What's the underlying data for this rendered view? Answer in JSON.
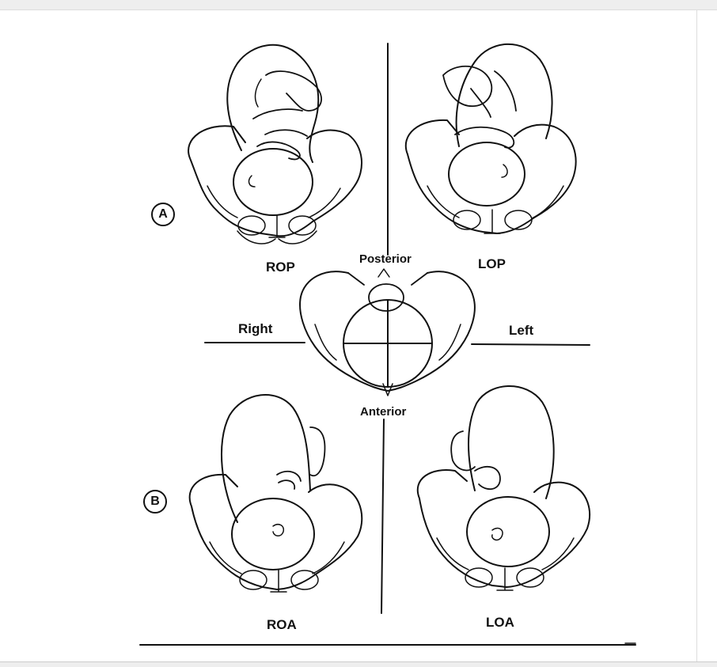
{
  "panels": {
    "a_marker": "A",
    "b_marker": "B"
  },
  "positions": {
    "rop": "ROP",
    "lop": "LOP",
    "roa": "ROA",
    "loa": "LOA"
  },
  "orientation": {
    "posterior": "Posterior",
    "anterior": "Anterior",
    "right": "Right",
    "left": "Left"
  },
  "colors": {
    "ink": "#111111",
    "background": "#ffffff",
    "frame": "#eeeeee"
  }
}
